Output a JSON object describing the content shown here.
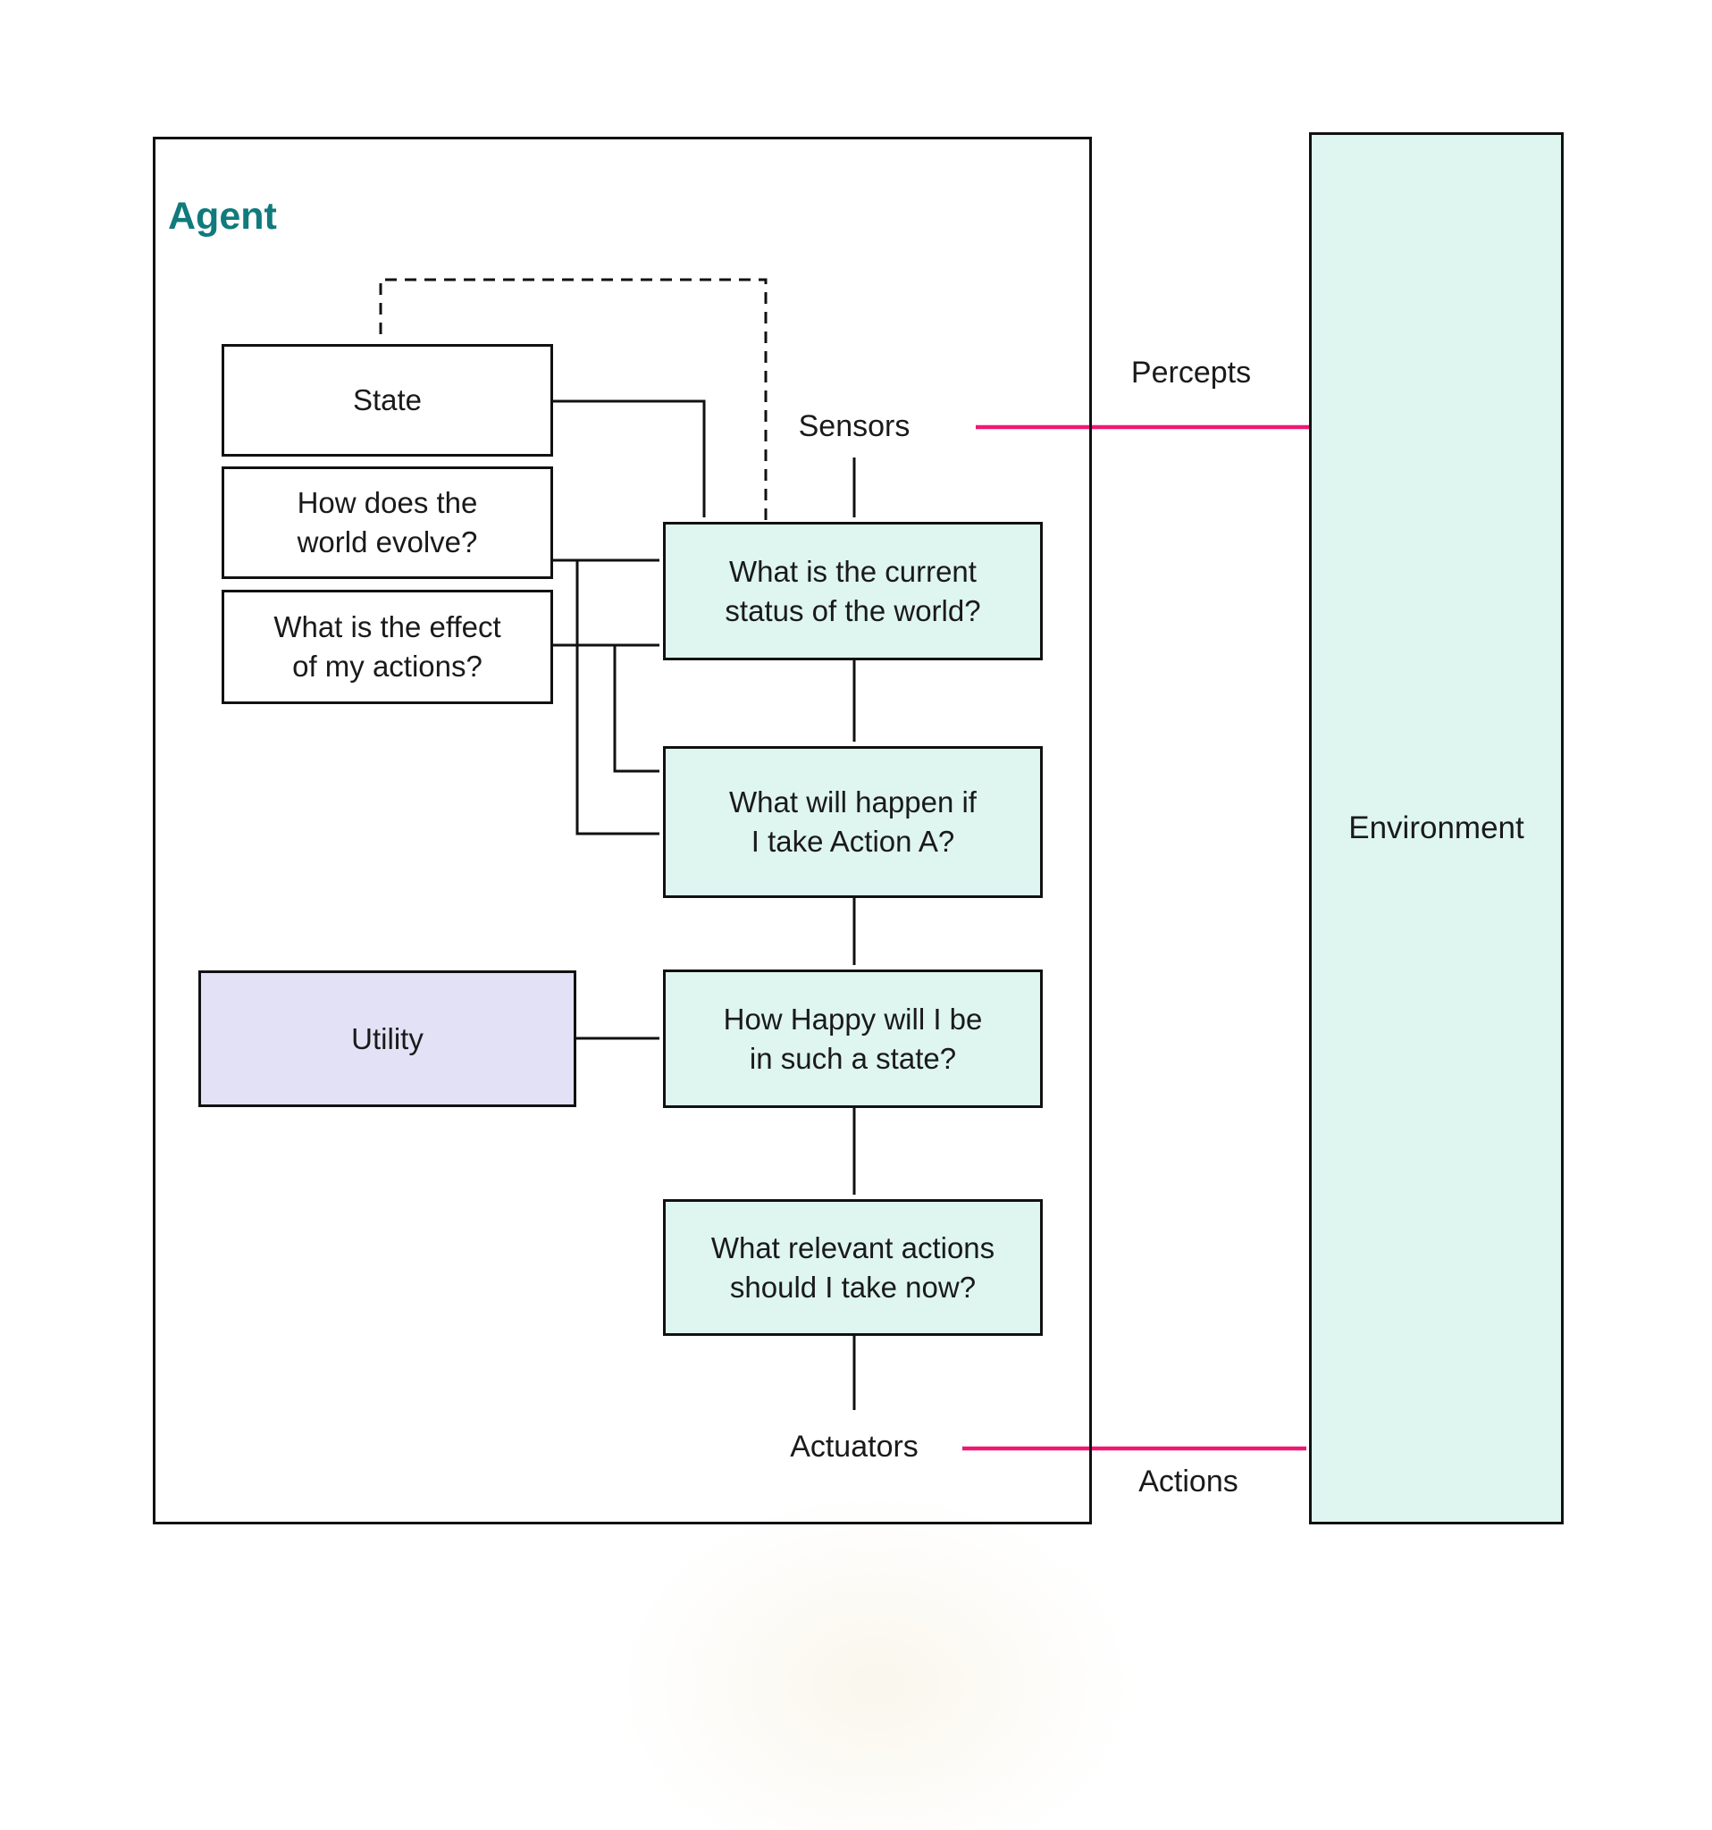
{
  "colors": {
    "teal": "#107A7C",
    "pink": "#EE1874",
    "cyan_fill": "#DEF5F0",
    "lavender_fill": "#E3E1F5",
    "line": "#111111",
    "text": "#1A1A1A"
  },
  "agent": {
    "title": "Agent"
  },
  "environment": {
    "label": "Environment"
  },
  "nodes": {
    "state": "State",
    "world_model": "How does the\nworld evolve?",
    "action_model": "What is the effect\nof my actions?",
    "utility": "Utility",
    "current_status": "What is the current\nstatus of the world?",
    "prediction": "What will happen if\nI take Action A?",
    "happiness": "How Happy will I be\nin such a state?",
    "action_selection": "What relevant actions\nshould I take now?"
  },
  "labels": {
    "sensors": "Sensors",
    "actuators": "Actuators",
    "percepts": "Percepts",
    "actions": "Actions"
  }
}
